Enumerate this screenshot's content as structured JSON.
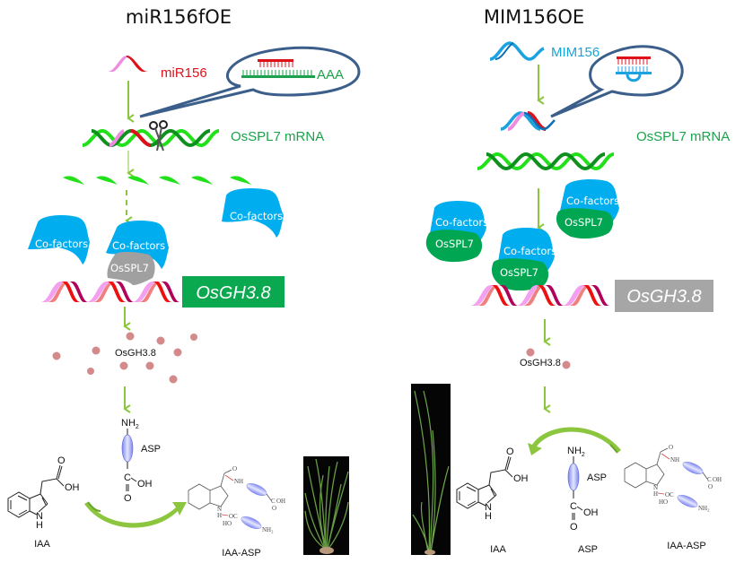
{
  "panels": {
    "left": {
      "title": "miR156fOE",
      "mirna_label": "miR156",
      "mrna_label": "OsSPL7 mRNA",
      "bubble_tail_label": "AAA",
      "cofactor_labels": [
        "Co-factors",
        "Co-factors",
        "Co-factors"
      ],
      "spl7_label": "OsSPL7",
      "gene_box_label": "OsGH3.8",
      "gene_box_color": "#0aa84f",
      "protein_label": "OsGH3.8",
      "asp_labels": {
        "nh2": "NH",
        "nh2_sub": "2",
        "name": "ASP",
        "c": "C",
        "oh": "OH",
        "o": "O"
      },
      "iaa_labels": {
        "o": "O",
        "oh": "OH",
        "nh": "N",
        "h": "H",
        "name": "IAA"
      },
      "conjugate_label": "IAA-ASP",
      "conjugate_atoms": {
        "o": "O",
        "nh": "NH",
        "oh": "OH",
        "o2": "O",
        "n": "N",
        "h": "H",
        "o3": "O",
        "c": "C",
        "ho": "HO",
        "nh2": "NH₂"
      },
      "cycle_arrow_direction": "IAA to IAA-ASP",
      "plant_photo": "short bushy rice plant"
    },
    "right": {
      "title": "MIM156OE",
      "mimic_label": "MIM156",
      "mrna_label": "OsSPL7 mRNA",
      "complex_labels": [
        {
          "cofactor": "Co-factors",
          "spl7": "OsSPL7"
        },
        {
          "cofactor": "Co-factors",
          "spl7": "OsSPL7"
        },
        {
          "cofactor": "Co-factors",
          "spl7": "OsSPL7"
        }
      ],
      "gene_box_label": "OsGH3.8",
      "gene_box_color": "#a6a6a6",
      "protein_label": "OsGH3.8",
      "iaa_labels": {
        "o": "O",
        "oh": "OH",
        "nh": "N",
        "h": "H",
        "name": "IAA"
      },
      "asp_labels": {
        "nh2": "NH",
        "nh2_sub": "2",
        "name": "ASP",
        "c": "C",
        "oh": "OH",
        "o": "O",
        "caption": "ASP"
      },
      "conjugate_label": "IAA-ASP",
      "conjugate_atoms": {
        "o": "O",
        "nh": "NH",
        "oh": "OH",
        "o2": "O",
        "n": "N",
        "h": "H",
        "o3": "O",
        "c": "C",
        "ho": "HO",
        "nh2": "NH₂"
      },
      "cycle_arrow_direction": "IAA-ASP back toward IAA",
      "plant_photo": "tall slender rice plant"
    }
  },
  "colors": {
    "arrow_green": "#8cc63f",
    "mrna_light": "#22e01a",
    "mrna_dark": "#0e8f1e",
    "mirna_red": "#e0101a",
    "mirna_pink": "#f08ce0",
    "mimic_blue": "#1aa3e0",
    "cofactor_blue": "#00aeef",
    "spl7_green": "#00a651",
    "spl7_grey": "#a0a0a0",
    "bubble_outline": "#3b5f8a",
    "dot_pink": "#d48a8a",
    "dna_pink": "#f4a0f0",
    "dna_salmon": "#f08080",
    "dna_red": "#ee1010",
    "dna_maroon": "#b0005a",
    "asp_oval": "#9aa0f0"
  }
}
